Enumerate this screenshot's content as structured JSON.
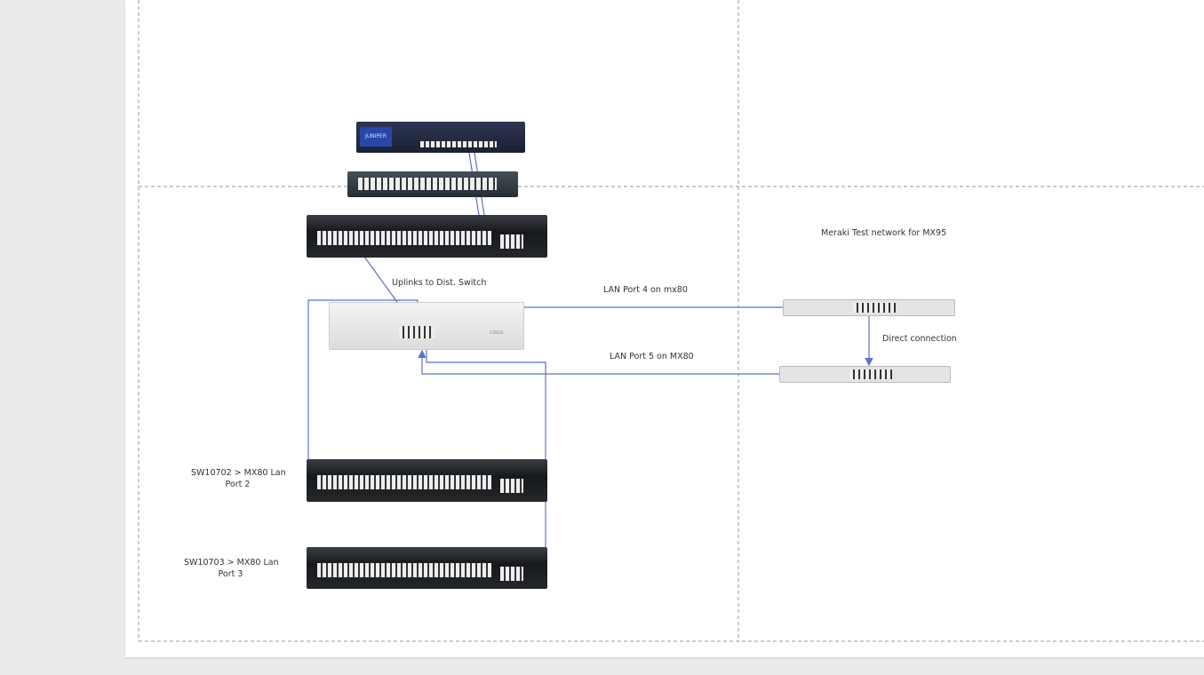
{
  "diagram": {
    "labels": {
      "uplinks": "Uplinks to Dist. Switch",
      "lan_port4": "LAN Port 4 on mx80",
      "lan_port5": "LAN Port 5 on MX80",
      "direct": "Direct connection",
      "meraki_title": "Meraki Test network for MX95",
      "sw10702_line1": "SW10702 > MX80 Lan",
      "sw10702_line2": "Port 2",
      "sw10703_line1": "SW10703 > MX80 Lan",
      "sw10703_line2": "Port 3"
    },
    "devices": [
      {
        "name": "juniper-firewall",
        "logo": "JUNIPER"
      },
      {
        "name": "cisco-2960-switch"
      },
      {
        "name": "distribution-switch"
      },
      {
        "name": "meraki-mx80",
        "logo": "cisco"
      },
      {
        "name": "meraki-mx95-1"
      },
      {
        "name": "meraki-mx95-2"
      },
      {
        "name": "sw10702-switch"
      },
      {
        "name": "sw10703-switch"
      }
    ],
    "colors": {
      "connector": "#5b72c8",
      "page_border": "#999999",
      "canvas": "#ecebe9"
    }
  }
}
